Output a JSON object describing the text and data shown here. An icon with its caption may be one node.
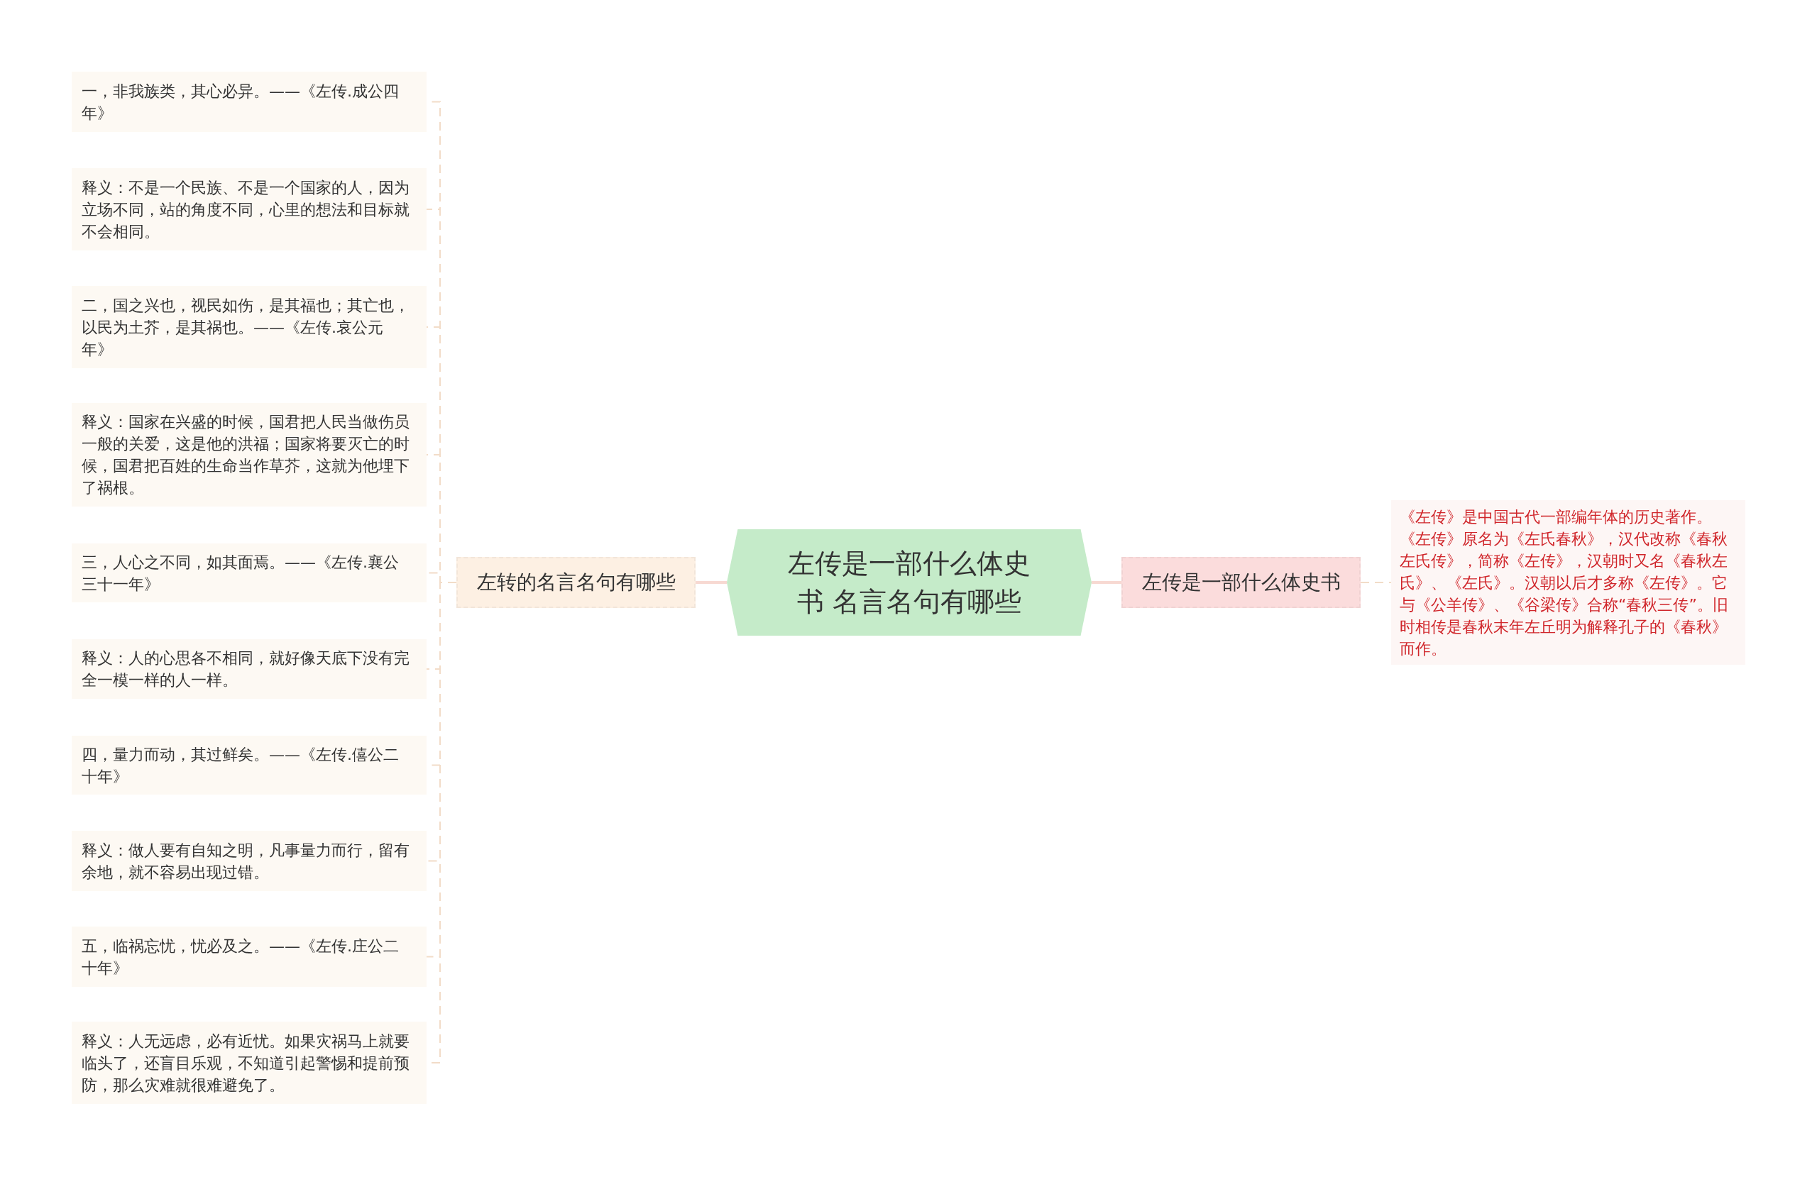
{
  "diagram": {
    "nodes": [
      {
        "text": [
          "左传是一部什么体史书 名言名句有哪些"
        ]
      },
      {
        "text": [
          "左转的名言名句有哪些"
        ]
      },
      {
        "text": [
          "一，非我族类，其心必异。——《左传.成公四年》"
        ]
      },
      {
        "text": [
          "释义：不是一个民族、不是一个国家的人，因为立场不同，站的角度不同，心里的想法和目标就不会相同。"
        ]
      },
      {
        "text": [
          "二，国之兴也，视民如伤，是其福也；其亡也，以民为土芥，是其祸也。——《左传.哀公元年》"
        ]
      },
      {
        "text": [
          "释义：国家在兴盛的时候，国君把人民当做伤员一般的关爱，这是他的洪福；国家将要灭亡的时候，国君把百姓的生命当作草芥，这就为他埋下了祸根。"
        ]
      },
      {
        "text": [
          "三，人心之不同，如其面焉。——《左传.襄公三十一年》"
        ]
      },
      {
        "text": [
          "释义：人的心思各不相同，就好像天底下没有完全一模一样的人一样。"
        ]
      },
      {
        "text": [
          "四，量力而动，其过鲜矣。——《左传.僖公二十年》"
        ]
      },
      {
        "text": [
          "释义：做人要有自知之明，凡事量力而行，留有余地，就不容易出现过错。"
        ]
      },
      {
        "text": [
          "五，临祸忘忧，忧必及之。——《左传.庄公二十年》"
        ]
      },
      {
        "text": [
          "释义：人无远虑，必有近忧。如果灾祸马上就要临头了，还盲目乐观，不知道引起警惕和提前预防，那么灾难就很难避免了。"
        ]
      },
      {
        "text": [
          "左传是一部什么体史书"
        ]
      },
      {
        "text": [
          "《左传》是中国古代一部编年体的历史著作。《左传》原名为《左氏春秋》，汉代改称《春秋左氏传》，简称《左传》，汉朝时又名《春秋左氏》、《左氏》。汉朝以后才多称《左传》。它与《公羊传》、《谷梁传》合称“春秋三传”。旧时相传是春秋末年左丘明为解释孔子的《春秋》而作。"
        ]
      }
    ],
    "edges": [
      {
        "from": 0,
        "to": 1,
        "arrow": "none",
        "color": "#f7d9d2"
      },
      {
        "from": 1,
        "to": 2,
        "arrow": "none",
        "style": "dashed"
      },
      {
        "from": 1,
        "to": 3,
        "arrow": "none",
        "style": "dashed"
      },
      {
        "from": 1,
        "to": 4,
        "arrow": "none",
        "style": "dashed"
      },
      {
        "from": 1,
        "to": 5,
        "arrow": "none",
        "style": "dashed"
      },
      {
        "from": 1,
        "to": 6,
        "arrow": "none",
        "style": "dashed"
      },
      {
        "from": 1,
        "to": 7,
        "arrow": "none",
        "style": "dashed"
      },
      {
        "from": 1,
        "to": 8,
        "arrow": "none",
        "style": "dashed"
      },
      {
        "from": 1,
        "to": 9,
        "arrow": "none",
        "style": "dashed"
      },
      {
        "from": 1,
        "to": 10,
        "arrow": "none",
        "style": "dashed"
      },
      {
        "from": 1,
        "to": 11,
        "arrow": "none",
        "style": "dashed"
      },
      {
        "from": 0,
        "to": 12,
        "arrow": "none",
        "color": "#f7d9d2"
      },
      {
        "from": 12,
        "to": 13,
        "arrow": "none",
        "style": "dashed"
      }
    ]
  }
}
